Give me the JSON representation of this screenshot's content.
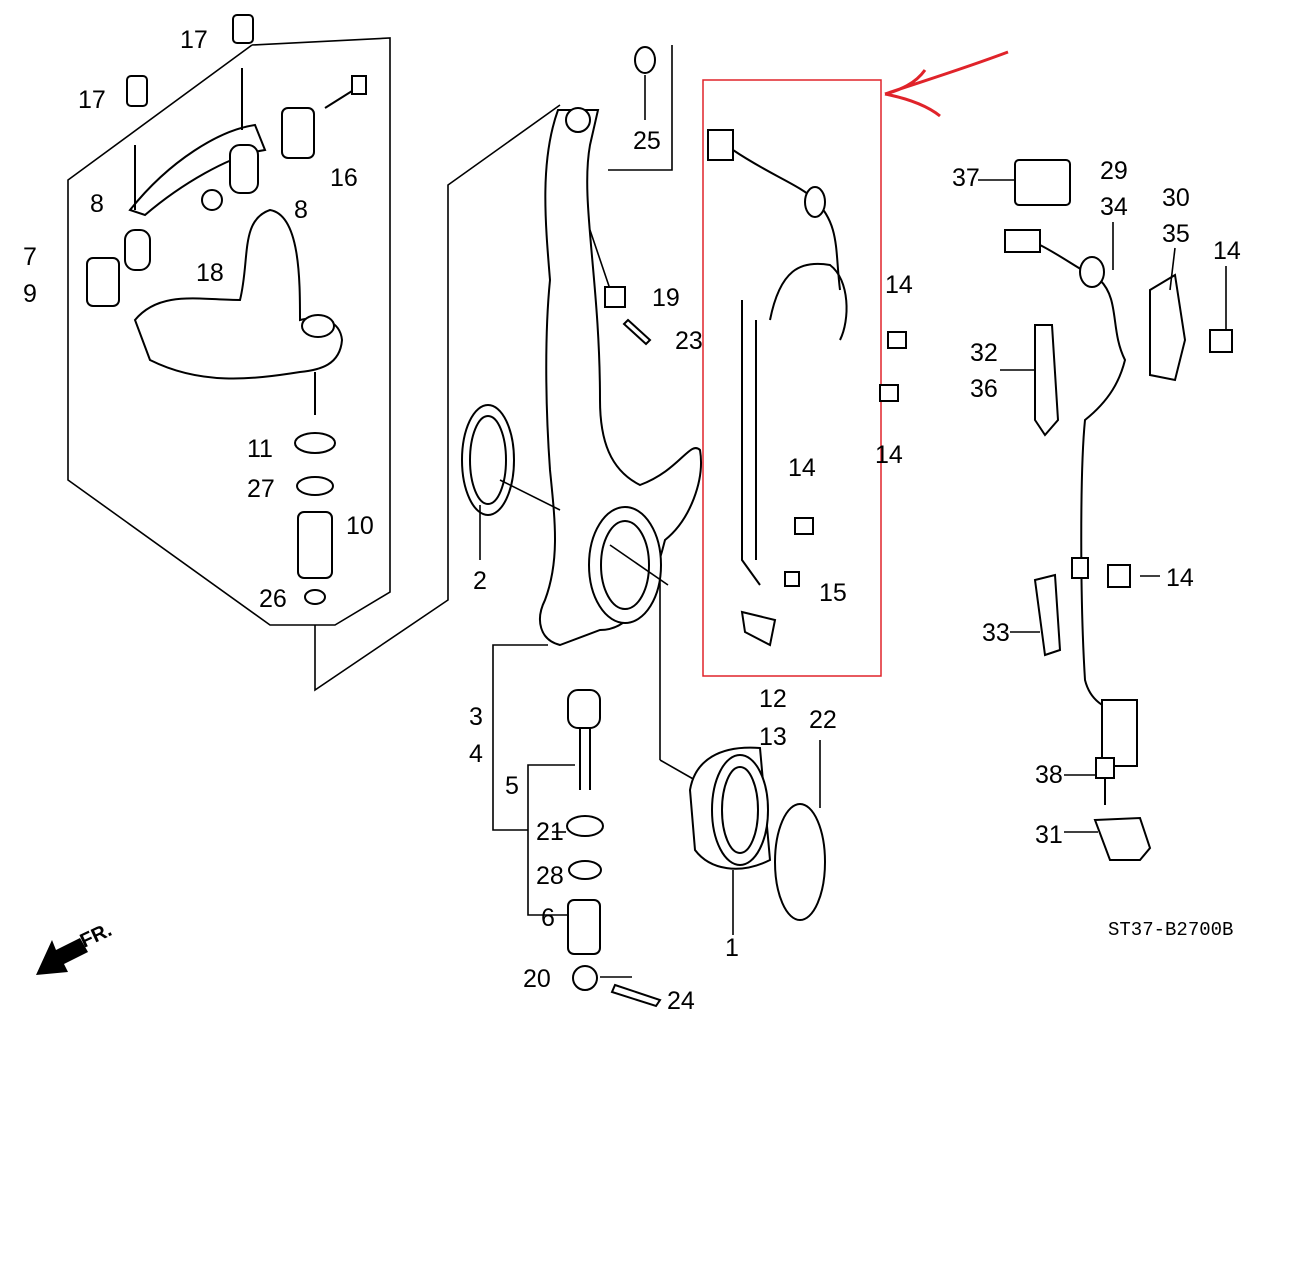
{
  "diagram": {
    "code": "ST37-B2700B",
    "front_marker": "FR.",
    "highlight_color": "#e0232a",
    "labels": [
      "17",
      "17",
      "16",
      "8",
      "8",
      "7",
      "9",
      "18",
      "25",
      "19",
      "23",
      "11",
      "27",
      "10",
      "26",
      "2",
      "3",
      "4",
      "5",
      "21",
      "28",
      "6",
      "20",
      "24",
      "1",
      "22",
      "12",
      "13",
      "14",
      "14",
      "14",
      "15",
      "37",
      "29",
      "34",
      "30",
      "35",
      "14",
      "32",
      "36",
      "14",
      "33",
      "38",
      "31"
    ]
  }
}
